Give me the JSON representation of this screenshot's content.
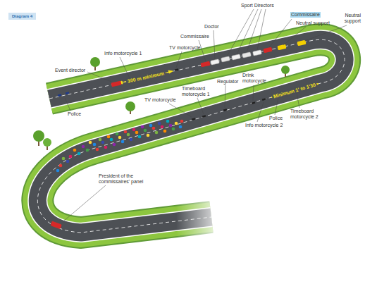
{
  "diagram": {
    "title": "Diagram 4",
    "labels": [
      "Sport Directors",
      "Commissaire",
      "Doctor",
      "Neutral support",
      "Commissaire",
      "Neutral support",
      "Info motorcycle 1",
      "TV motorcycle",
      "Event director",
      "300 m minimum",
      "Timeboard motorcycle 1",
      "Regulator",
      "Drink motorcycle",
      "TV motorcycle",
      "Minimum 1' to 1'30",
      "Timeboard motorcycle 2",
      "Police",
      "Police",
      "Info motorcycle 2",
      "President of the commissaires' panel"
    ]
  }
}
